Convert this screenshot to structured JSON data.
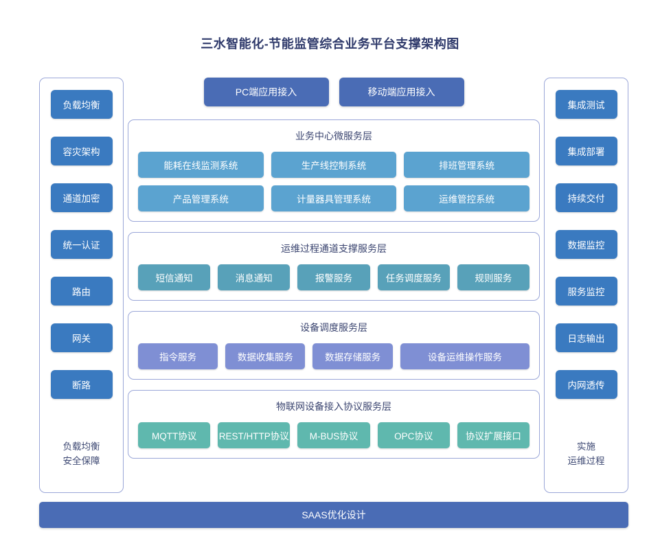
{
  "title": "三水智能化-节能监管综合业务平台支撑架构图",
  "colors": {
    "title": "#2f3a6b",
    "panel_border": "#9aa6d8",
    "sidebar_button": "#3a7ac0",
    "access_button": "#4a6cb5",
    "business_chip": "#5ba3d0",
    "support_chip": "#58a1b9",
    "device_chip": "#7f8fd4",
    "iot_chip": "#5fb8ae",
    "bottom_bar": "#4a6cb5",
    "background": "#ffffff"
  },
  "left_sidebar": {
    "items": [
      {
        "label": "负载均衡"
      },
      {
        "label": "容灾架构"
      },
      {
        "label": "通道加密"
      },
      {
        "label": "统一认证"
      },
      {
        "label": "路由"
      },
      {
        "label": "网关"
      },
      {
        "label": "断路"
      }
    ],
    "footer_line1": "负载均衡",
    "footer_line2": "安全保障"
  },
  "right_sidebar": {
    "items": [
      {
        "label": "集成测试"
      },
      {
        "label": "集成部署"
      },
      {
        "label": "持续交付"
      },
      {
        "label": "数据监控"
      },
      {
        "label": "服务监控"
      },
      {
        "label": "日志输出"
      },
      {
        "label": "内网透传"
      }
    ],
    "footer_line1": "实施",
    "footer_line2": "运维过程"
  },
  "access_row": [
    {
      "label": "PC端应用接入"
    },
    {
      "label": "移动端应用接入"
    }
  ],
  "layers": [
    {
      "title": "业务中心微服务层",
      "style": "biz",
      "rows": [
        [
          {
            "label": "能耗在线监测系统"
          },
          {
            "label": "生产线控制系统"
          },
          {
            "label": "排班管理系统"
          }
        ],
        [
          {
            "label": "产品管理系统"
          },
          {
            "label": "计量器具管理系统"
          },
          {
            "label": "运维管控系统"
          }
        ]
      ]
    },
    {
      "title": "运维过程通道支撑服务层",
      "style": "support",
      "rows": [
        [
          {
            "label": "短信通知"
          },
          {
            "label": "消息通知"
          },
          {
            "label": "报警服务"
          },
          {
            "label": "任务调度服务"
          },
          {
            "label": "规则服务"
          }
        ]
      ]
    },
    {
      "title": "设备调度服务层",
      "style": "device",
      "rows": [
        [
          {
            "label": "指令服务"
          },
          {
            "label": "数据收集服务"
          },
          {
            "label": "数据存储服务"
          },
          {
            "label": "设备运维操作服务",
            "wide": true
          }
        ]
      ]
    },
    {
      "title": "物联网设备接入协议服务层",
      "style": "iot",
      "rows": [
        [
          {
            "label": "MQTT协议"
          },
          {
            "label": "REST/HTTP协议"
          },
          {
            "label": "M-BUS协议"
          },
          {
            "label": "OPC协议"
          },
          {
            "label": "协议扩展接口"
          }
        ]
      ]
    }
  ],
  "bottom_bar": {
    "label": "SAAS优化设计"
  }
}
